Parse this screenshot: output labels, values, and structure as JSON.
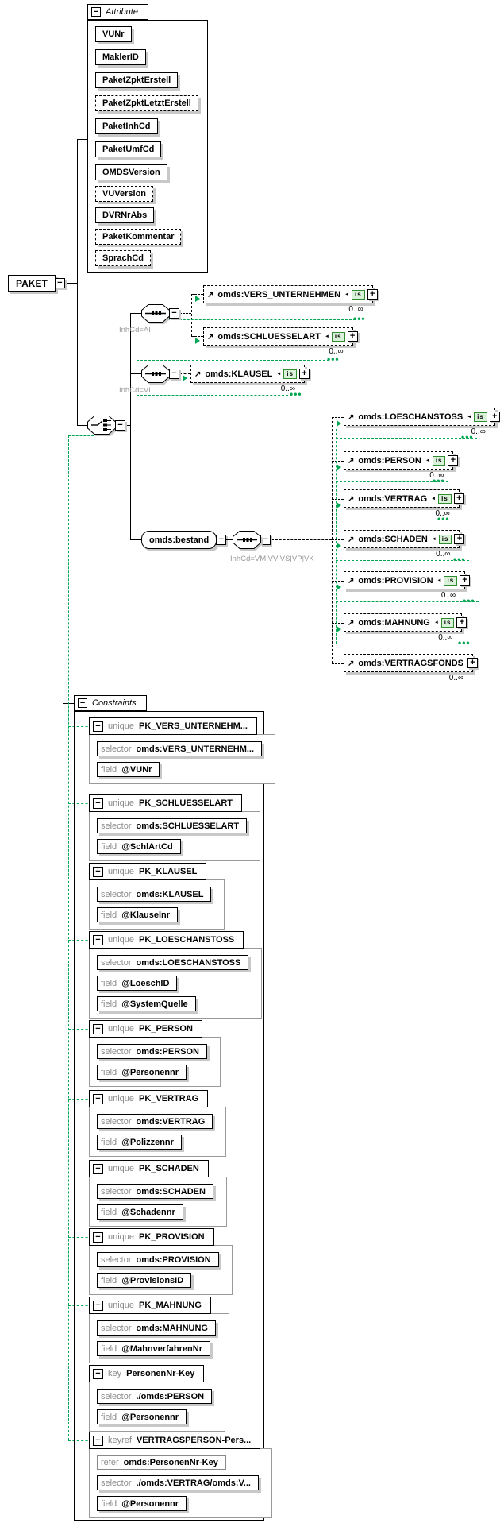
{
  "root": {
    "label": "PAKET"
  },
  "icons": {
    "collapse_glyph": "−",
    "expand_glyph": "+",
    "ref_arrow_glyph": "↗",
    "badge_pointer_glyph": "◄",
    "continuation_dots_glyph": "•••",
    "is_badge": "is"
  },
  "colors": {
    "constraint_link_green": "#00a651",
    "shadow_gray": "#c8c8c8",
    "badge_green_bg": "#d9f2d9",
    "label_gray": "#8a8a8a"
  },
  "attributes": {
    "title": "Attribute",
    "items": [
      {
        "label": "VUNr",
        "optional": false
      },
      {
        "label": "MaklerID",
        "optional": false
      },
      {
        "label": "PaketZpktErstell",
        "optional": false
      },
      {
        "label": "PaketZpktLetztErstell",
        "optional": true
      },
      {
        "label": "PaketInhCd",
        "optional": false
      },
      {
        "label": "PaketUmfCd",
        "optional": false
      },
      {
        "label": "OMDSVersion",
        "optional": false
      },
      {
        "label": "VUVersion",
        "optional": true
      },
      {
        "label": "DVRNrAbs",
        "optional": false
      },
      {
        "label": "PaketKommentar",
        "optional": true
      },
      {
        "label": "SprachCd",
        "optional": true
      }
    ]
  },
  "tree": {
    "sequence_ai_label": "InhCd=AI",
    "sequence_vi_label": "InhCd=VI",
    "bestand": {
      "label": "omds:bestand",
      "sequence_label": "InhCd=VM|VV|VS|VP|VK"
    },
    "ai_children": [
      {
        "label": "omds:VERS_UNTERNEHMEN",
        "occurs": "0..∞"
      },
      {
        "label": "omds:SCHLUESSELART",
        "occurs": "0..∞"
      }
    ],
    "vi_children": [
      {
        "label": "omds:KLAUSEL",
        "occurs": "0..∞"
      }
    ],
    "bestand_children": [
      {
        "label": "omds:LOESCHANSTOSS",
        "occurs": "0..∞"
      },
      {
        "label": "omds:PERSON",
        "occurs": "0..∞"
      },
      {
        "label": "omds:VERTRAG",
        "occurs": "0..∞"
      },
      {
        "label": "omds:SCHADEN",
        "occurs": "0..∞"
      },
      {
        "label": "omds:PROVISION",
        "occurs": "0..∞"
      },
      {
        "label": "omds:MAHNUNG",
        "occurs": "0..∞"
      },
      {
        "label": "omds:VERTRAGSFONDS",
        "occurs": "0..∞"
      }
    ]
  },
  "labels": {
    "selector": "selector",
    "field": "field",
    "refer": "refer"
  },
  "constraints": {
    "title": "Constraints",
    "items": [
      {
        "kind": "unique",
        "name": "PK_VERS_UNTERNEHM...",
        "selector": "omds:VERS_UNTERNEHM...",
        "fields": [
          "@VUNr"
        ]
      },
      {
        "kind": "unique",
        "name": "PK_SCHLUESSELART",
        "selector": "omds:SCHLUESSELART",
        "fields": [
          "@SchlArtCd"
        ]
      },
      {
        "kind": "unique",
        "name": "PK_KLAUSEL",
        "selector": "omds:KLAUSEL",
        "fields": [
          "@Klauselnr"
        ]
      },
      {
        "kind": "unique",
        "name": "PK_LOESCHANSTOSS",
        "selector": "omds:LOESCHANSTOSS",
        "fields": [
          "@LoeschID",
          "@SystemQuelle"
        ]
      },
      {
        "kind": "unique",
        "name": "PK_PERSON",
        "selector": "omds:PERSON",
        "fields": [
          "@Personennr"
        ]
      },
      {
        "kind": "unique",
        "name": "PK_VERTRAG",
        "selector": "omds:VERTRAG",
        "fields": [
          "@Polizzennr"
        ]
      },
      {
        "kind": "unique",
        "name": "PK_SCHADEN",
        "selector": "omds:SCHADEN",
        "fields": [
          "@Schadennr"
        ]
      },
      {
        "kind": "unique",
        "name": "PK_PROVISION",
        "selector": "omds:PROVISION",
        "fields": [
          "@ProvisionsID"
        ]
      },
      {
        "kind": "unique",
        "name": "PK_MAHNUNG",
        "selector": "omds:MAHNUNG",
        "fields": [
          "@MahnverfahrenNr"
        ]
      },
      {
        "kind": "key",
        "name": "PersonenNr-Key",
        "selector": "./omds:PERSON",
        "fields": [
          "@Personennr"
        ]
      },
      {
        "kind": "keyref",
        "name": "VERTRAGSPERSON-Pers...",
        "refer": "omds:PersonenNr-Key",
        "selector": "./omds:VERTRAG/omds:V...",
        "fields": [
          "@Personennr"
        ]
      }
    ]
  }
}
